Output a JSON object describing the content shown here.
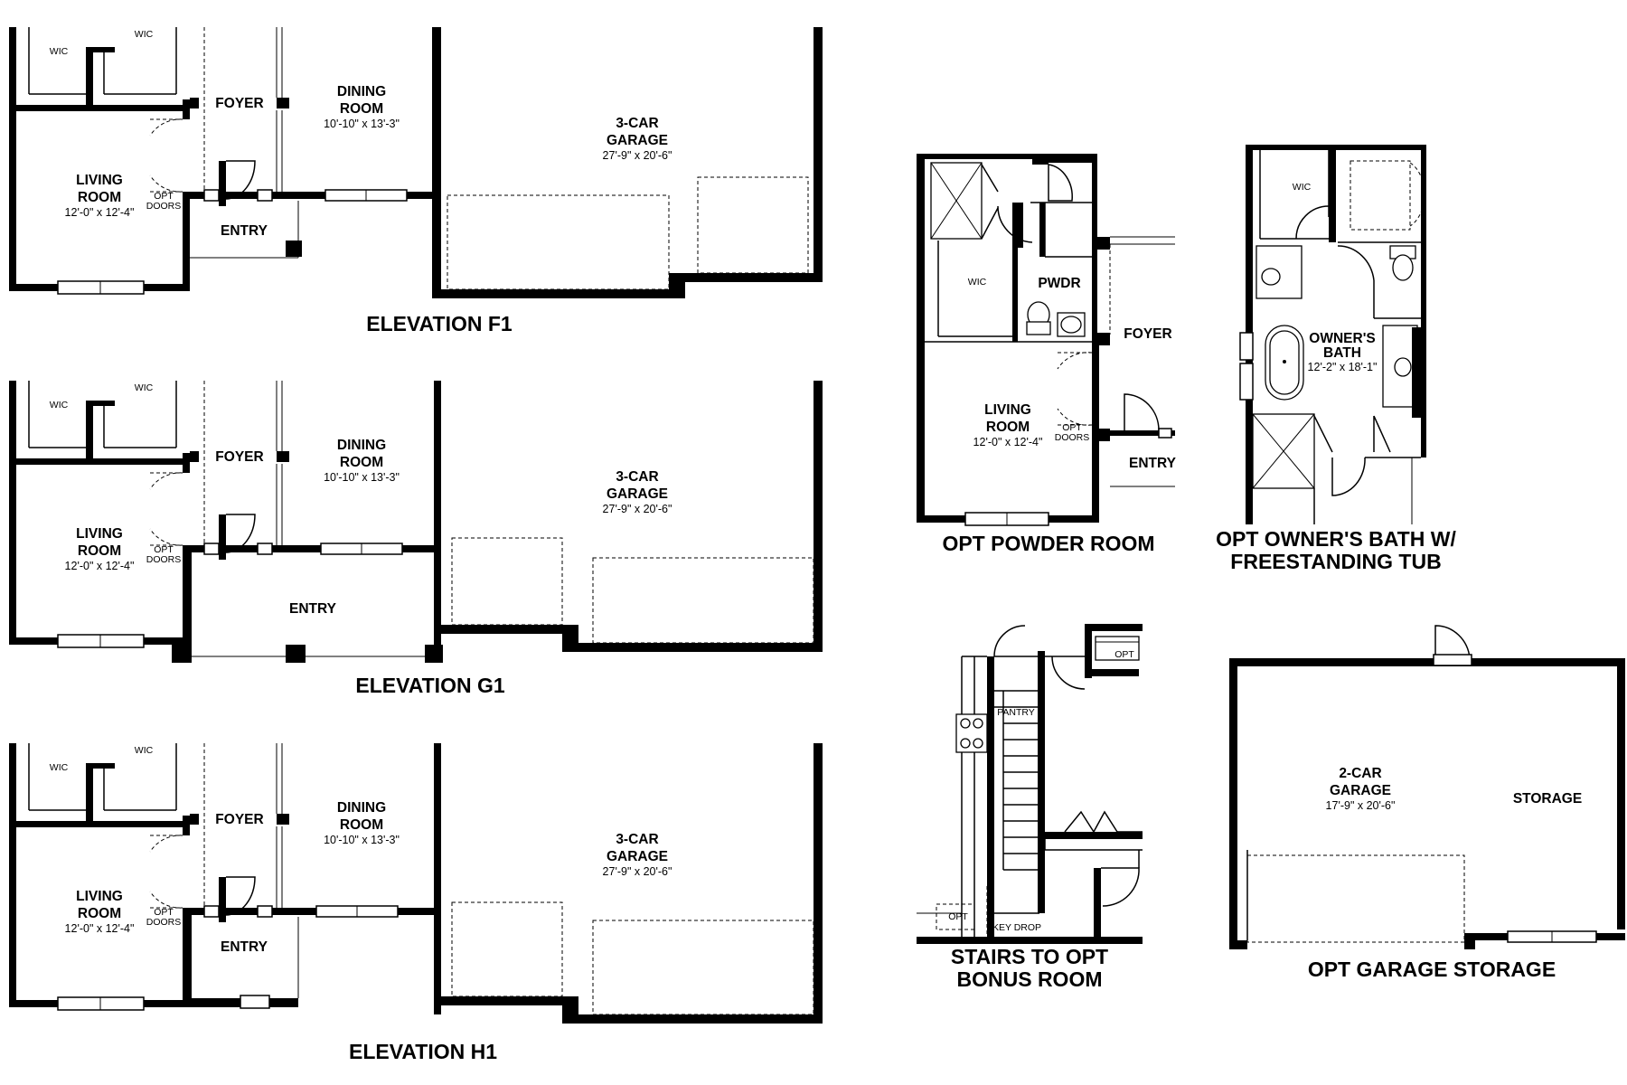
{
  "plans": {
    "f1": {
      "caption": "ELEVATION F1",
      "wic_left": "WIC",
      "wic_right": "WIC",
      "foyer": "FOYER",
      "dining_name_1": "DINING",
      "dining_name_2": "ROOM",
      "dining_dim": "10'-10\" x 13'-3\"",
      "living_name_1": "LIVING",
      "living_name_2": "ROOM",
      "living_dim": "12'-0\" x 12'-4\"",
      "opt_1": "OPT",
      "opt_2": "DOORS",
      "entry": "ENTRY",
      "garage_name_1": "3-CAR",
      "garage_name_2": "GARAGE",
      "garage_dim": "27'-9\" x 20'-6\""
    },
    "g1": {
      "caption": "ELEVATION G1",
      "wic_left": "WIC",
      "wic_right": "WIC",
      "foyer": "FOYER",
      "dining_name_1": "DINING",
      "dining_name_2": "ROOM",
      "dining_dim": "10'-10\" x 13'-3\"",
      "living_name_1": "LIVING",
      "living_name_2": "ROOM",
      "living_dim": "12'-0\" x 12'-4\"",
      "opt_1": "OPT",
      "opt_2": "DOORS",
      "entry": "ENTRY",
      "garage_name_1": "3-CAR",
      "garage_name_2": "GARAGE",
      "garage_dim": "27'-9\" x 20'-6\""
    },
    "h1": {
      "caption": "ELEVATION H1",
      "wic_left": "WIC",
      "wic_right": "WIC",
      "foyer": "FOYER",
      "dining_name_1": "DINING",
      "dining_name_2": "ROOM",
      "dining_dim": "10'-10\" x 13'-3\"",
      "living_name_1": "LIVING",
      "living_name_2": "ROOM",
      "living_dim": "12'-0\" x 12'-4\"",
      "opt_1": "OPT",
      "opt_2": "DOORS",
      "entry": "ENTRY",
      "garage_name_1": "3-CAR",
      "garage_name_2": "GARAGE",
      "garage_dim": "27'-9\" x 20'-6\""
    },
    "powder": {
      "caption": "OPT POWDER ROOM",
      "wic": "WIC",
      "pwdr": "PWDR",
      "foyer": "FOYER",
      "living_name_1": "LIVING",
      "living_name_2": "ROOM",
      "living_dim": "12'-0\" x 12'-4\"",
      "opt_1": "OPT",
      "opt_2": "DOORS",
      "entry": "ENTRY"
    },
    "bath": {
      "caption_1": "OPT OWNER'S BATH W/",
      "caption_2": "FREESTANDING TUB",
      "wic": "WIC",
      "name_1": "OWNER'S",
      "name_2": "BATH",
      "dim": "12'-2\" x 18'-1\""
    },
    "stairs": {
      "caption_1": "STAIRS TO OPT",
      "caption_2": "BONUS ROOM",
      "pantry": "PANTRY",
      "opt_top": "OPT",
      "opt_bottom": "OPT",
      "key_drop": "KEY DROP"
    },
    "garage_storage": {
      "caption": "OPT GARAGE STORAGE",
      "name_1": "2-CAR",
      "name_2": "GARAGE",
      "dim": "17'-9\" x 20'-6\"",
      "storage": "STORAGE"
    }
  }
}
